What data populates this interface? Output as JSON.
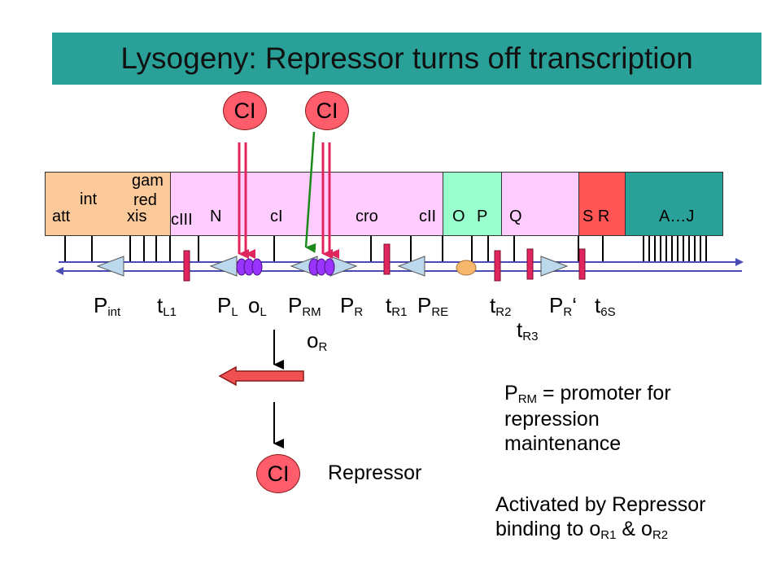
{
  "title": "Lysogeny: Repressor turns off transcription",
  "repressor_oval_label": "CI",
  "genes": {
    "att": "att",
    "int": "int",
    "xis": "xis",
    "gam": "gam",
    "red": "red",
    "cIII": "cIII",
    "N": "N",
    "cI": "cI",
    "cro": "cro",
    "cII": "cII",
    "O": "O",
    "P": "P",
    "Q": "Q",
    "SR": "S R",
    "AJ": "A…J"
  },
  "sites": {
    "P_int": {
      "main": "P",
      "sub": "int"
    },
    "tL1": {
      "main": "t",
      "sub": "L1"
    },
    "PL": {
      "main": "P",
      "sub": "L"
    },
    "oL": {
      "main": "o",
      "sub": "L"
    },
    "PRM": {
      "main": "P",
      "sub": "RM"
    },
    "PR": {
      "main": "P",
      "sub": "R"
    },
    "tR1": {
      "main": "t",
      "sub": "R1"
    },
    "PRE": {
      "main": "P",
      "sub": "RE"
    },
    "tR2": {
      "main": "t",
      "sub": "R2"
    },
    "PRprime": {
      "main": "P",
      "sub": "R",
      "suffix": "‘"
    },
    "t6S": {
      "main": "t",
      "sub": "6S"
    },
    "tR3": {
      "main": "t",
      "sub": "R3"
    },
    "oR": {
      "main": "o",
      "sub": "R"
    }
  },
  "repressor_label": "Repressor",
  "prm_note": {
    "main": "P",
    "sub": "RM",
    "line1_rest": " = promoter for",
    "line2": "repression",
    "line3": "maintenance"
  },
  "activation_note": {
    "line1": "Activated by Repressor",
    "line2_pre": "binding to o",
    "sub1": "R1",
    "mid": " & o",
    "sub2": "R2"
  },
  "colors": {
    "title_bg": "#2aa198",
    "left_region": "#fcc99a",
    "pink_region": "#ffccff",
    "green_region": "#99ffcc",
    "red_region": "#ff5555",
    "teal_region": "#2aa198",
    "repressor": "#ff5c6c",
    "operator": "#9933ff",
    "terminator": "#e0245e",
    "promoter": "#bcd8ec",
    "dna_line": "#4b4bb4",
    "green_arrow": "#1a8a1a"
  }
}
